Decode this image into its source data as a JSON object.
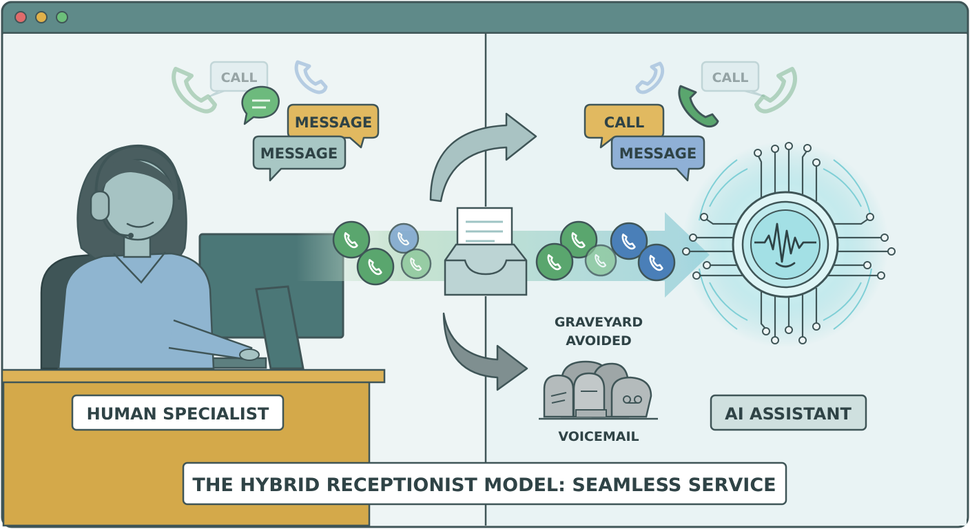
{
  "window": {
    "dots": [
      "#e06b6b",
      "#e0b14a",
      "#6cbf7a"
    ]
  },
  "colors": {
    "frame": "#3f5557",
    "titlebar": "#5f8a89",
    "panel_bg": "#eef5f5",
    "desk": "#d4a94a",
    "call_bubble": "#e1b960",
    "message_bubble": "#a8c7c4",
    "blue_bubble": "#8fb0d6",
    "green_call": "#5aa66e",
    "blue_call": "#4a7fb8",
    "ai_glow": "#7fd6dc"
  },
  "left_bubbles": {
    "faded_call": "CALL",
    "message_yellow": "MESSAGE",
    "message_teal": "MESSAGE"
  },
  "right_bubbles": {
    "faded_call": "CALL",
    "call_yellow": "CALL",
    "message_blue": "MESSAGE"
  },
  "labels": {
    "human": "HUMAN SPECIALIST",
    "ai": "AI ASSISTANT",
    "graveyard_line1": "GRAVEYARD",
    "graveyard_line2": "AVOIDED",
    "voicemail": "VOICEMAIL",
    "title": "THE HYBRID RECEPTIONIST MODEL: SEAMLESS SERVICE"
  },
  "icons": {
    "person": "receptionist-with-headset",
    "monitor": "computer-monitor",
    "inbox": "document-inbox",
    "tombstones": "voicemail-tombstones",
    "ai": "ai-chip-waveform",
    "calls": "phone-icon"
  }
}
